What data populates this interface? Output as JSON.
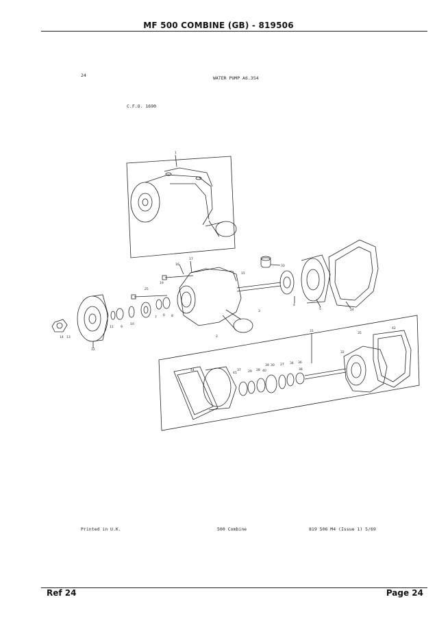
{
  "header": {
    "title": "MF 500 COMBINE (GB) - 819506"
  },
  "plate": {
    "number": "24",
    "caption": "WATER PUMP A6.354",
    "cfo": "C.F.O. 1690"
  },
  "callouts": [
    "1",
    "17",
    "16",
    "33",
    "15",
    "25",
    "19",
    "9",
    "10",
    "4",
    "7",
    "6",
    "8",
    "3",
    "5",
    "24",
    "11",
    "12",
    "14",
    "13",
    "2",
    "31",
    "35",
    "42",
    "44",
    "29",
    "28",
    "30",
    "27",
    "34",
    "36",
    "32",
    "41",
    "40",
    "37",
    "39",
    "38"
  ],
  "bottom_print": {
    "left": "Printed in U.K.",
    "center": "500 Combine",
    "right": "819 506 M4 (Issue 1) 5/69"
  },
  "footer": {
    "ref": "Ref  24",
    "page": "Page  24"
  }
}
